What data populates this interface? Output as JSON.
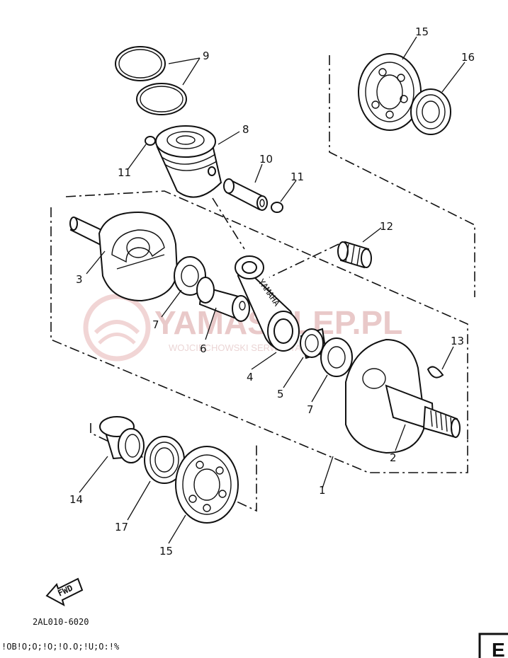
{
  "diagram": {
    "callouts": {
      "c1": "1",
      "c2": "2",
      "c3": "3",
      "c4": "4",
      "c5": "5",
      "c6": "6",
      "c7a": "7",
      "c7b": "7",
      "c8": "8",
      "c9": "9",
      "c10": "10",
      "c11a": "11",
      "c11b": "11",
      "c12": "12",
      "c13": "13",
      "c14": "14",
      "c15a": "15",
      "c15b": "15",
      "c16": "16",
      "c17": "17"
    },
    "rod_marking": "YAMAHA",
    "fwd_label": "FWD",
    "drawing_code": "2AL010-6020",
    "bottom_strip": "!OB!O;O;!O;!O.O;!U;O:!%",
    "corner_letter": "E",
    "watermark": {
      "main": "YAMASKLEP.PL",
      "sub": "WOJCIECHOWSKI SERWIS YAMAHA"
    }
  }
}
